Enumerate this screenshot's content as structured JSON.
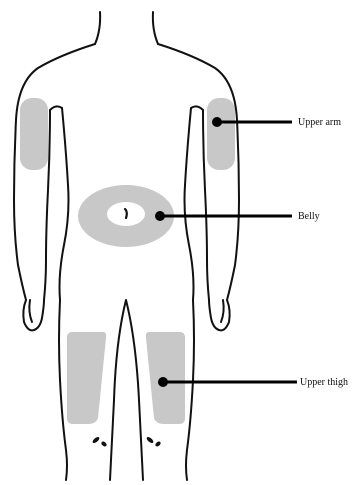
{
  "diagram": {
    "labels": {
      "upper_arm": "Upper arm",
      "belly": "Belly",
      "upper_thigh": "Upper thigh"
    },
    "colors": {
      "outline": "#111111",
      "site_fill": "#c8c8c8",
      "background": "#ffffff",
      "pointer": "#000000"
    }
  }
}
